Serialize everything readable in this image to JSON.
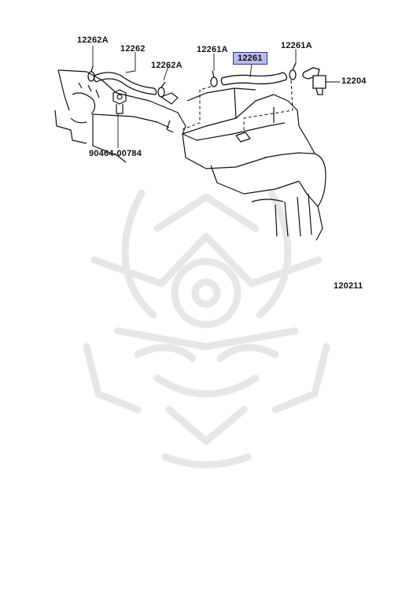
{
  "diagram": {
    "labels": {
      "clip_left": "12262A",
      "hose_left": "12262",
      "clip_mid": "12262A",
      "clip_right_a": "12261A",
      "hose_right": "12261",
      "clip_right_b": "12261A",
      "pcv_valve": "12204",
      "grommet_bolt": "90464-00784",
      "figure_number": "120211"
    },
    "highlighted_part": "12261",
    "colors": {
      "line": "#111111",
      "highlight_fill": "#b9bce6",
      "highlight_border": "#2f3690",
      "watermark": "#e7e7e7"
    }
  }
}
